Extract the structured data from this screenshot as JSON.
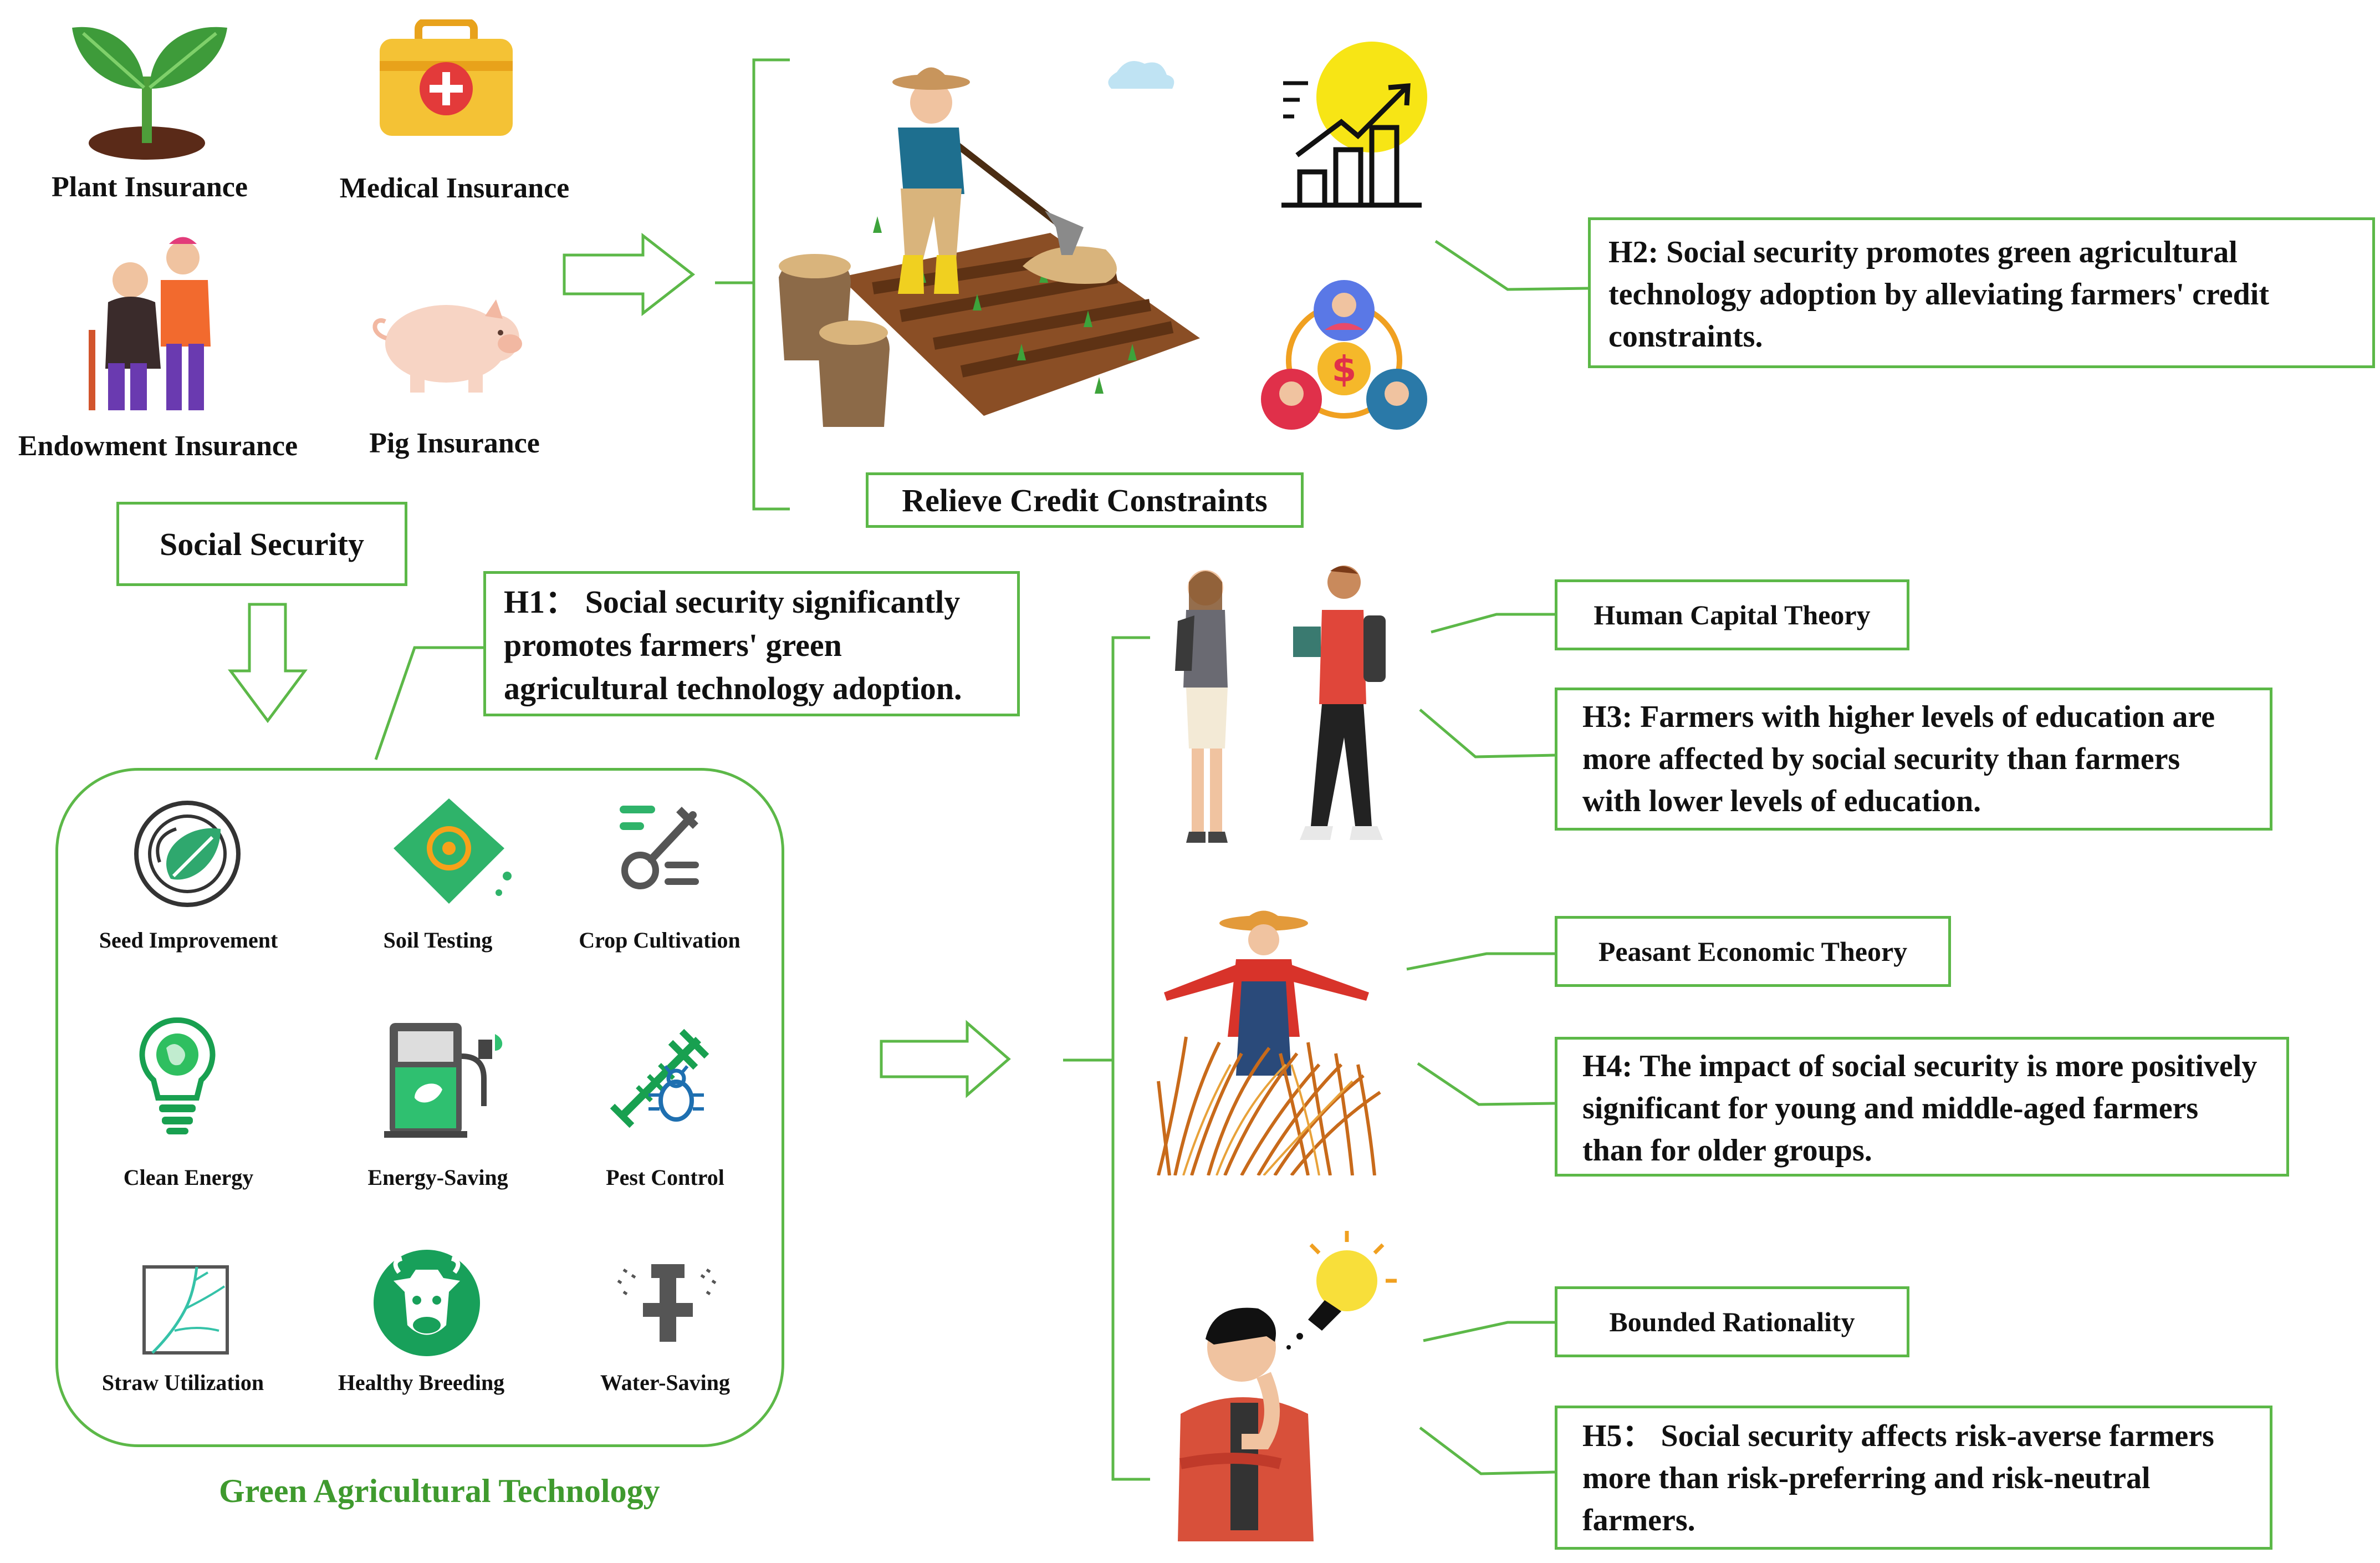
{
  "insurance": {
    "plant": "Plant Insurance",
    "medical": "Medical Insurance",
    "endowment": "Endowment Insurance",
    "pig": "Pig Insurance"
  },
  "social_security": "Social Security",
  "credit": {
    "label": "Relieve Credit Constraints"
  },
  "h1": "H1： Social security significantly promotes farmers' green agricultural technology adoption.",
  "h2": "H2: Social security promotes green agricultural technology adoption by alleviating farmers' credit constraints.",
  "theories": {
    "human_capital": "Human Capital Theory",
    "peasant": "Peasant Economic Theory",
    "bounded": "Bounded Rationality"
  },
  "h3": "H3: Farmers with higher levels of education are more affected by social security than farmers with lower levels of education.",
  "h4": "H4: The impact of social security is more positively significant for young and middle-aged farmers than for older groups.",
  "h5": "H5： Social security affects risk-averse farmers more than risk-preferring and risk-neutral farmers.",
  "green_tech": {
    "title": "Green Agricultural Technology",
    "items": {
      "seed": "Seed Improvement",
      "soil": "Soil Testing",
      "crop": "Crop Cultivation",
      "clean": "Clean  Energy",
      "saving": "Energy-Saving",
      "pest": "Pest Control",
      "straw": "Straw Utilization",
      "breeding": "Healthy Breeding",
      "water": "Water-Saving"
    }
  },
  "colors": {
    "frame_green": "#5cb848",
    "title_green": "#3f9a2e"
  }
}
